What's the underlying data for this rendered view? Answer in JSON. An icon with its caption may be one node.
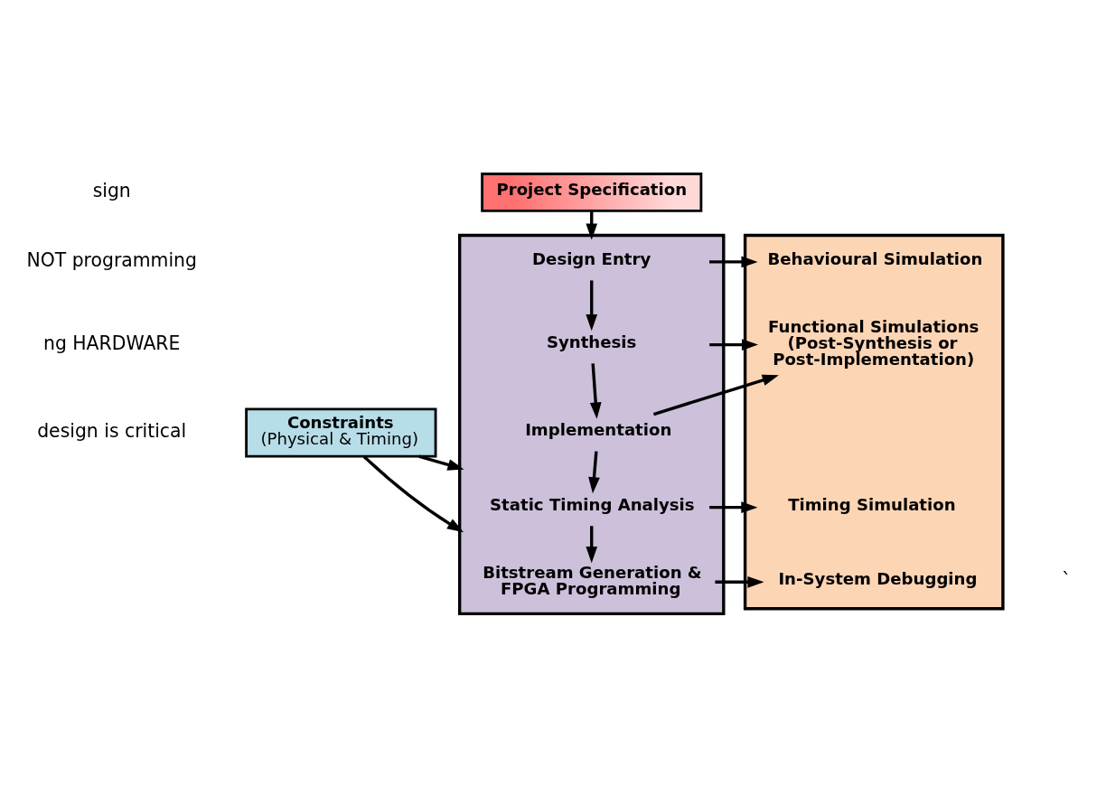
{
  "diagram": {
    "nodes": [
      {
        "text": [
          "Project Specification"
        ]
      },
      {
        "text": [],
        "shape": "box"
      },
      {
        "text": [
          "Design Entry"
        ],
        "in": 1
      },
      {
        "text": [
          "Synthesis"
        ],
        "in": 1
      },
      {
        "text": [
          "Implementation"
        ],
        "in": 1
      },
      {
        "text": [
          "Static Timing Analysis"
        ],
        "in": 1
      },
      {
        "text": [
          "Bitstream Generation & FPGA Programming"
        ],
        "in": 1
      },
      {
        "text": [
          "Constraints",
          "(Physical & Timing)"
        ]
      },
      {
        "text": [],
        "shape": "box"
      },
      {
        "text": [
          "Behavioural Simulation"
        ],
        "in": 8
      },
      {
        "text": [
          "Functional Simulations (Post-Synthesis or Post-Implementation)"
        ],
        "in": 8
      },
      {
        "text": [
          "Timing Simulation"
        ],
        "in": 8
      },
      {
        "text": [
          "In-System Debugging"
        ],
        "in": 8
      }
    ],
    "edges": [
      {
        "from": 0,
        "to": 1,
        "arrow": "to"
      },
      {
        "from": 2,
        "to": 3,
        "arrow": "to"
      },
      {
        "from": 3,
        "to": 4,
        "arrow": "to"
      },
      {
        "from": 4,
        "to": 5,
        "arrow": "to"
      },
      {
        "from": 5,
        "to": 6,
        "arrow": "to"
      },
      {
        "from": 7,
        "to": 1,
        "arrow": "to"
      },
      {
        "from": 7,
        "to": 1,
        "arrow": "to"
      },
      {
        "from": 2,
        "to": 9,
        "arrow": "to"
      },
      {
        "from": 3,
        "to": 10,
        "arrow": "to"
      },
      {
        "from": 4,
        "to": 10,
        "arrow": "to"
      },
      {
        "from": 5,
        "to": 11,
        "arrow": "to"
      },
      {
        "from": 6,
        "to": 12,
        "arrow": "to"
      }
    ],
    "labels": [
      "sign",
      "NOT programming",
      "ng HARDWARE",
      "design is critical",
      "`"
    ]
  }
}
